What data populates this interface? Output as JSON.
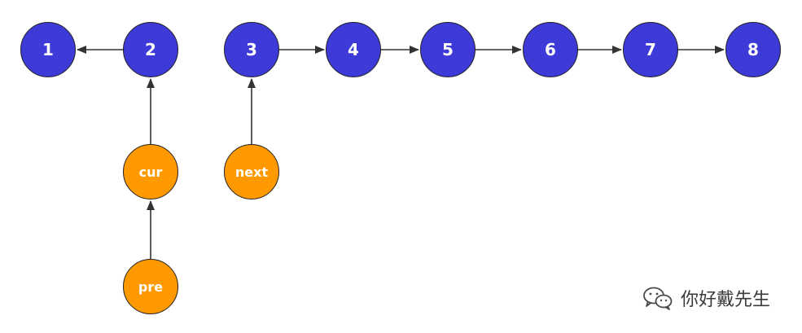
{
  "list_nodes": [
    {
      "id": "n1",
      "label": "1"
    },
    {
      "id": "n2",
      "label": "2"
    },
    {
      "id": "n3",
      "label": "3"
    },
    {
      "id": "n4",
      "label": "4"
    },
    {
      "id": "n5",
      "label": "5"
    },
    {
      "id": "n6",
      "label": "6"
    },
    {
      "id": "n7",
      "label": "7"
    },
    {
      "id": "n8",
      "label": "8"
    }
  ],
  "pointer_nodes": [
    {
      "id": "cur",
      "label": "cur"
    },
    {
      "id": "next",
      "label": "next"
    },
    {
      "id": "pre",
      "label": "pre"
    }
  ],
  "edges": [
    {
      "from": "n2",
      "to": "n1"
    },
    {
      "from": "n3",
      "to": "n4"
    },
    {
      "from": "n4",
      "to": "n5"
    },
    {
      "from": "n5",
      "to": "n6"
    },
    {
      "from": "n6",
      "to": "n7"
    },
    {
      "from": "n7",
      "to": "n8"
    },
    {
      "from": "cur",
      "to": "n2"
    },
    {
      "from": "next",
      "to": "n3"
    },
    {
      "from": "pre",
      "to": "cur"
    }
  ],
  "colors": {
    "list_node": "#3d3ad8",
    "pointer_node": "#ff9900",
    "arrow": "#333333"
  },
  "watermark": {
    "icon": "wechat-icon",
    "text": "你好戴先生"
  }
}
